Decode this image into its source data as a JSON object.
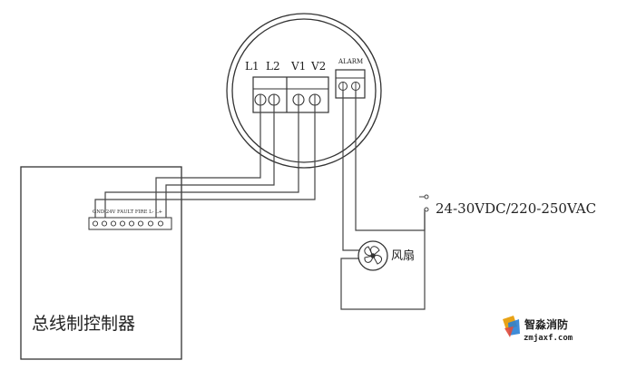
{
  "detector": {
    "terminal_labels": [
      "L1",
      "L2",
      "V1",
      "V2"
    ],
    "alarm_label": "ALARM"
  },
  "controller": {
    "label": "总线制控制器",
    "terminal_labels": "GND 24V FAULT FIRE L- L+"
  },
  "power_supply": {
    "label": "24-30VDC/220-250VAC"
  },
  "fan": {
    "label": "风扇"
  },
  "watermark": {
    "name": "智淼消防",
    "url": "zmjaxf.com",
    "colors": [
      "#e8a317",
      "#2a7fd4",
      "#e24b3b"
    ]
  }
}
